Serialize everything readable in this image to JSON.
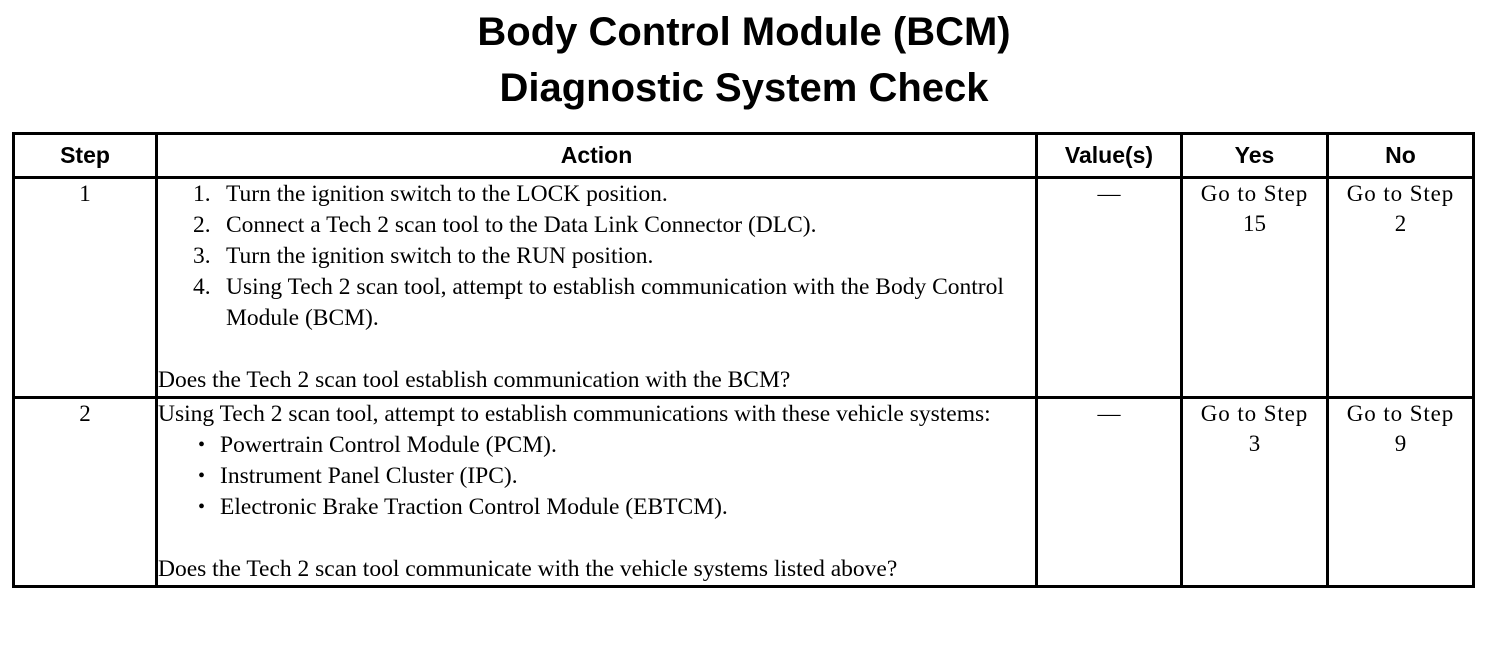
{
  "document": {
    "title_lines": [
      "Body Control Module (BCM)",
      "Diagnostic System Check"
    ]
  },
  "table": {
    "headers": {
      "step": "Step",
      "action": "Action",
      "value": "Value(s)",
      "yes": "Yes",
      "no": "No"
    },
    "rows": [
      {
        "step": "1",
        "action": {
          "numbered_items": [
            {
              "marker": "1.",
              "text": "Turn the ignition switch to the LOCK position."
            },
            {
              "marker": "2.",
              "text": "Connect a Tech 2 scan tool to the Data Link Connector (DLC)."
            },
            {
              "marker": "3.",
              "text": "Turn the ignition switch to the RUN position."
            },
            {
              "marker": "4.",
              "text": "Using Tech 2 scan tool, attempt to establish communication with the Body Control Module (BCM)."
            }
          ],
          "question": "Does the Tech 2 scan tool establish communication with the BCM?"
        },
        "value": "—",
        "yes": {
          "lead": "Go to Step",
          "number": "15"
        },
        "no": {
          "lead": "Go to Step",
          "number": "2"
        }
      },
      {
        "step": "2",
        "action": {
          "intro": "Using Tech 2 scan tool, attempt to establish communications with these vehicle systems:",
          "bullets": [
            "Powertrain Control Module (PCM).",
            "Instrument Panel Cluster (IPC).",
            "Electronic Brake Traction Control Module (EBTCM)."
          ],
          "question": "Does the Tech 2 scan tool communicate with the vehicle systems listed above?"
        },
        "value": "—",
        "yes": {
          "lead": "Go to Step",
          "number": "3"
        },
        "no": {
          "lead": "Go to Step",
          "number": "9"
        }
      }
    ],
    "bullet_glyph": "•"
  },
  "colors": {
    "ink": "#000000",
    "paper": "#ffffff"
  }
}
